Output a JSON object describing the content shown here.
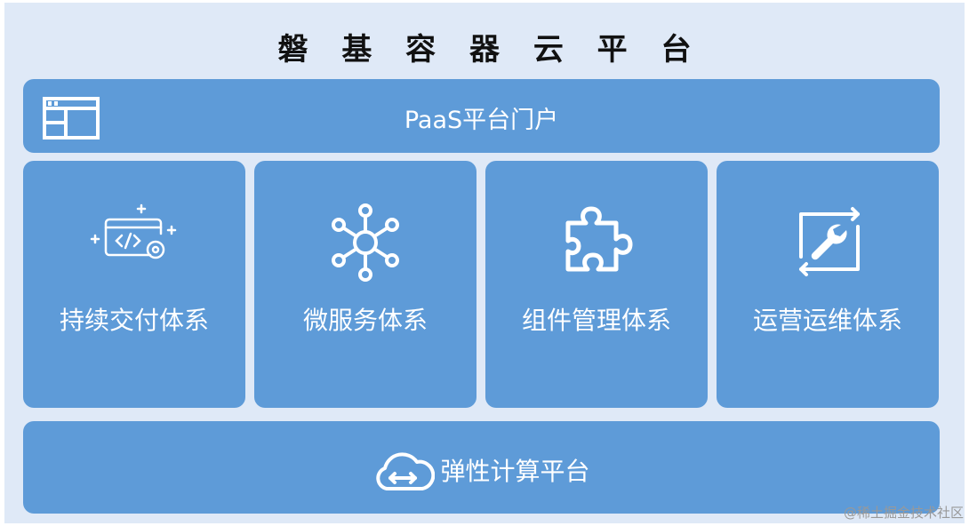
{
  "title": "磐 基 容 器 云 平 台",
  "portal": {
    "label": "PaaS平台门户",
    "icon": "window-layout-icon"
  },
  "cards": [
    {
      "label": "持续交付体系",
      "icon": "code-settings-icon"
    },
    {
      "label": "微服务体系",
      "icon": "network-nodes-icon"
    },
    {
      "label": "组件管理体系",
      "icon": "puzzle-piece-icon"
    },
    {
      "label": "运营运维体系",
      "icon": "wrench-cycle-icon"
    }
  ],
  "elastic": {
    "label": "弹性计算平台",
    "icon": "cloud-arrows-icon"
  },
  "watermark": "@稀土掘金技术社区",
  "colors": {
    "background": "#dfe9f7",
    "box": "#5e9bd8",
    "text": "#ffffff",
    "title": "#111111"
  }
}
